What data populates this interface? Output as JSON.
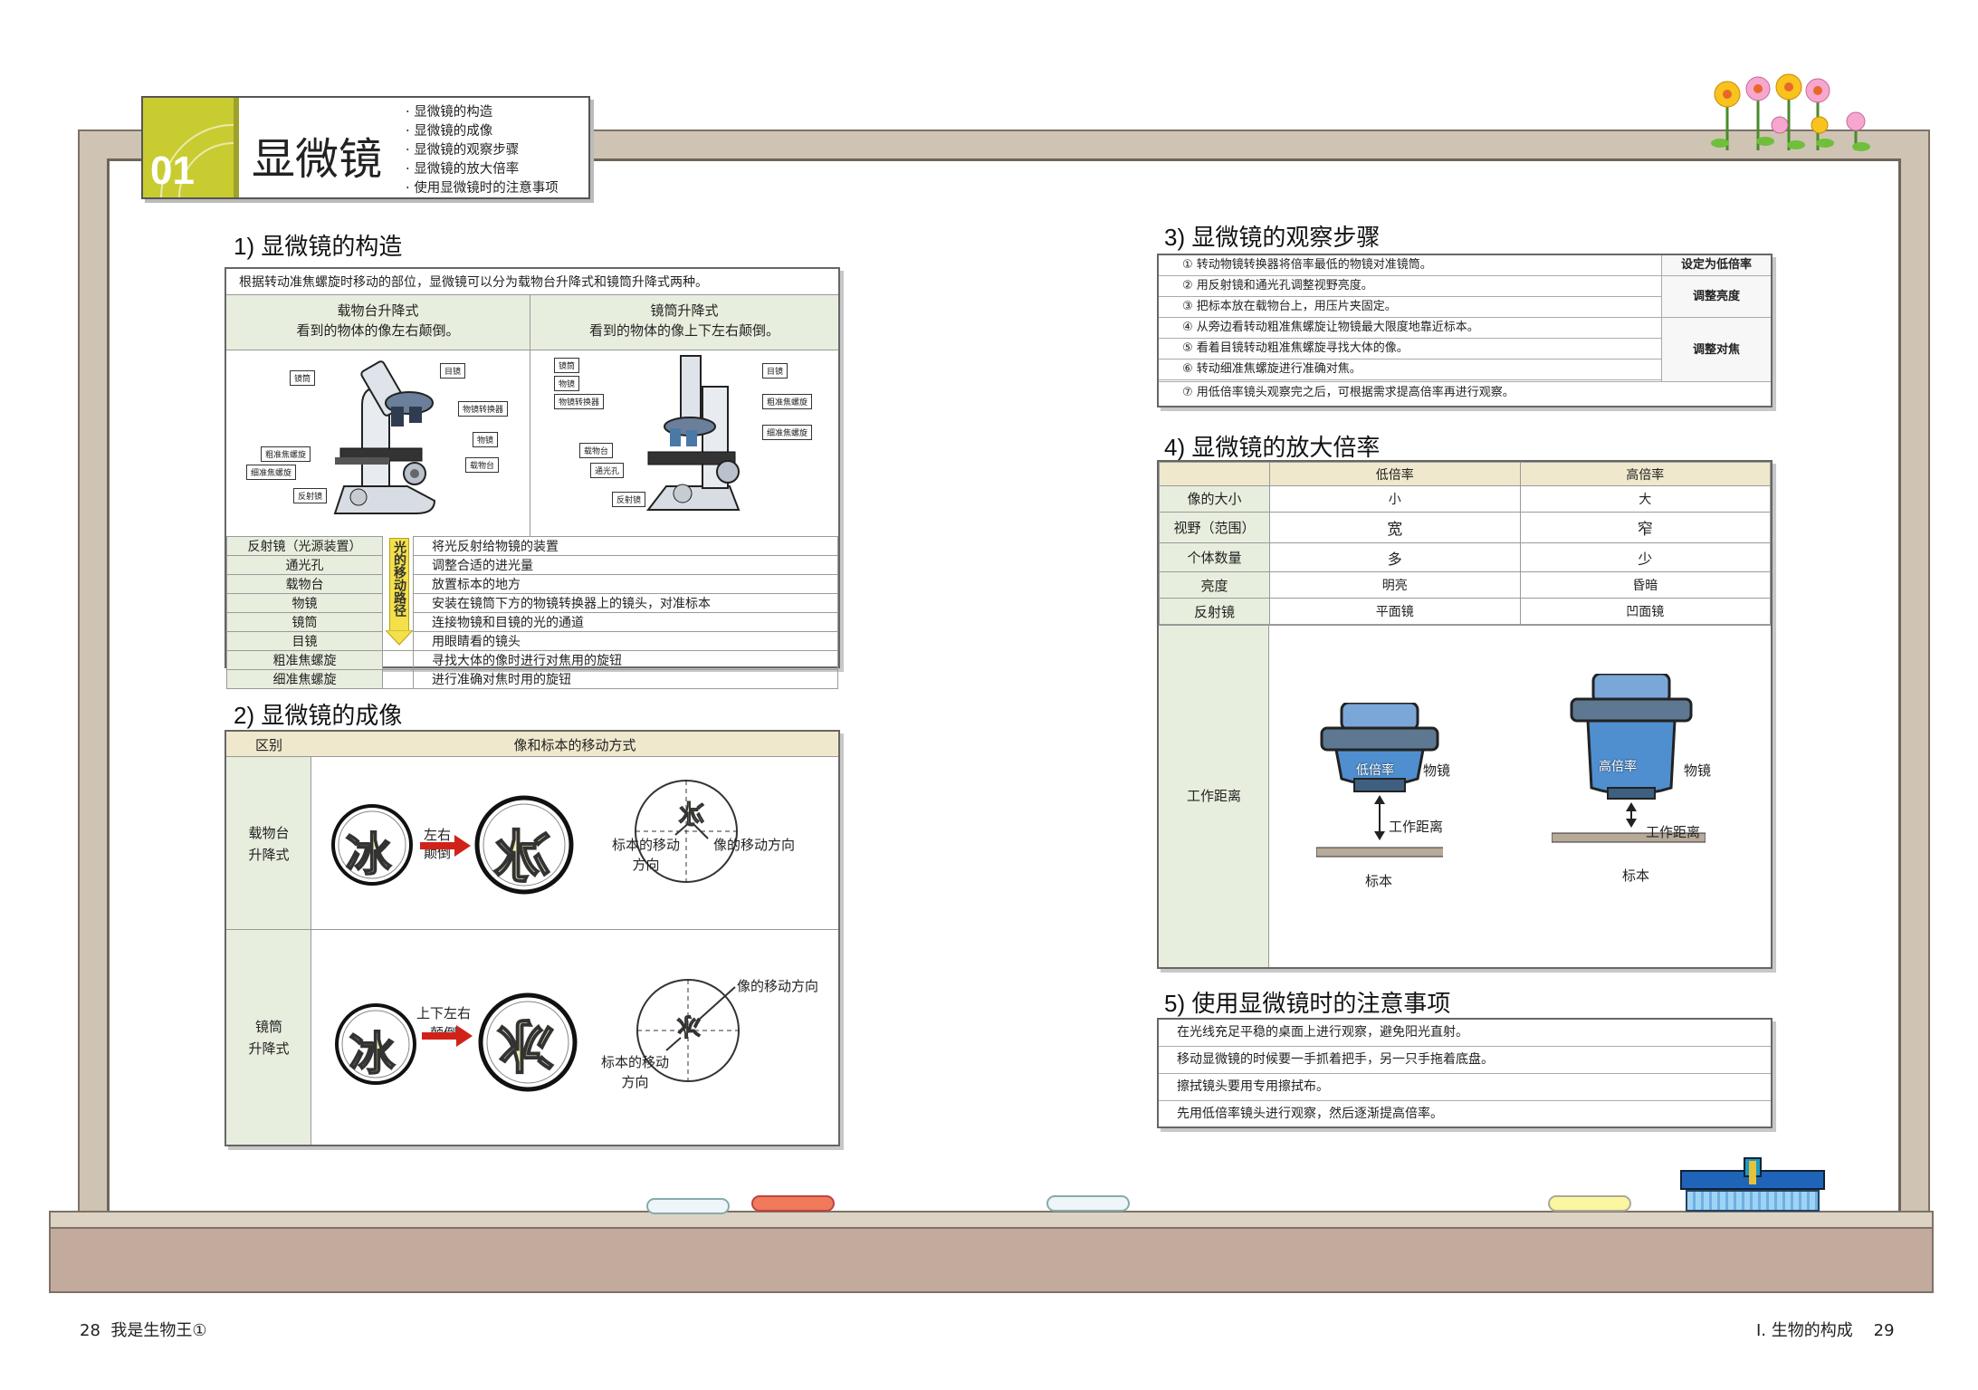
{
  "chapter": {
    "number": "01",
    "title": "显微镜",
    "topics": [
      "· 显微镜的构造",
      "· 显微镜的成像",
      "· 显微镜的观察步骤",
      "· 显微镜的放大倍率",
      "· 使用显微镜时的注意事项"
    ]
  },
  "structure": {
    "heading": "1) 显微镜的构造",
    "intro": "根据转动准焦螺旋时移动的部位，显微镜可以分为载物台升降式和镜筒升降式两种。",
    "types": [
      {
        "name": "载物台升降式",
        "desc": "看到的物体的像左右颠倒。"
      },
      {
        "name": "镜筒升降式",
        "desc": "看到的物体的像上下左右颠倒。"
      }
    ],
    "left_labels": [
      "镜筒",
      "目镜",
      "物镜转换器",
      "物镜",
      "载物台",
      "粗准焦螺旋",
      "细准焦螺旋",
      "反射镜"
    ],
    "right_labels": [
      "镜筒",
      "物镜",
      "物镜转换器",
      "目镜",
      "粗准焦螺旋",
      "细准焦螺旋",
      "载物台",
      "通光孔",
      "反射镜"
    ],
    "path_label": "光的移动路径",
    "parts": [
      {
        "name": "反射镜（光源装置）",
        "desc": "将光反射给物镜的装置"
      },
      {
        "name": "通光孔",
        "desc": "调整合适的进光量"
      },
      {
        "name": "载物台",
        "desc": "放置标本的地方"
      },
      {
        "name": "物镜",
        "desc": "安装在镜筒下方的物镜转换器上的镜头，对准标本"
      },
      {
        "name": "镜筒",
        "desc": "连接物镜和目镜的光的通道"
      },
      {
        "name": "目镜",
        "desc": "用眼睛看的镜头"
      },
      {
        "name": "粗准焦螺旋",
        "desc": "寻找大体的像时进行对焦用的旋钮"
      },
      {
        "name": "细准焦螺旋",
        "desc": "进行准确对焦时用的旋钮"
      }
    ]
  },
  "imaging": {
    "heading": "2) 显微镜的成像",
    "col1": "区别",
    "col2": "像和标本的移动方式",
    "glyph": "冰",
    "rows": [
      {
        "type": "载物台\n升降式",
        "arrow_label": "左右\n颠倒",
        "specimen_label": "标本的移动\n方向",
        "image_label": "像的移动方向"
      },
      {
        "type": "镜筒\n升降式",
        "arrow_label": "上下左右\n颠倒",
        "specimen_label": "标本的移动\n方向",
        "image_label": "像的移动方向"
      }
    ]
  },
  "steps": {
    "heading": "3) 显微镜的观察步骤",
    "items": [
      "① 转动物镜转换器将倍率最低的物镜对准镜筒。",
      "② 用反射镜和通光孔调整视野亮度。",
      "③ 把标本放在载物台上，用压片夹固定。",
      "④ 从旁边看转动粗准焦螺旋让物镜最大限度地靠近标本。",
      "⑤ 看着目镜转动粗准焦螺旋寻找大体的像。",
      "⑥ 转动细准焦螺旋进行准确对焦。",
      "⑦ 用低倍率镜头观察完之后，可根据需求提高倍率再进行观察。"
    ],
    "groups": [
      "设定为低倍率",
      "调整亮度",
      "调整对焦"
    ]
  },
  "magnification": {
    "heading": "4) 显微镜的放大倍率",
    "columns": [
      "",
      "低倍率",
      "高倍率"
    ],
    "rows": [
      [
        "像的大小",
        "小",
        "大"
      ],
      [
        "视野（范围）",
        "宽",
        "窄"
      ],
      [
        "个体数量",
        "多",
        "少"
      ],
      [
        "亮度",
        "明亮",
        "昏暗"
      ],
      [
        "反射镜",
        "平面镜",
        "凹面镜"
      ]
    ],
    "wd_label": "工作距离",
    "low": {
      "lens": "低倍率",
      "obj": "物镜",
      "wd": "工作距离",
      "spec": "标本"
    },
    "high": {
      "lens": "高倍率",
      "obj": "物镜",
      "wd": "工作距离",
      "spec": "标本"
    }
  },
  "cautions": {
    "heading": "5) 使用显微镜时的注意事项",
    "items": [
      "在光线充足平稳的桌面上进行观察，避免阳光直射。",
      "移动显微镜的时候要一手抓着把手，另一只手拖着底盘。",
      "擦拭镜头要用专用擦拭布。",
      "先用低倍率镜头进行观察，然后逐渐提高倍率。"
    ]
  },
  "footer": {
    "left": "28  我是生物王①",
    "right": "Ⅰ. 生物的构成    29"
  }
}
